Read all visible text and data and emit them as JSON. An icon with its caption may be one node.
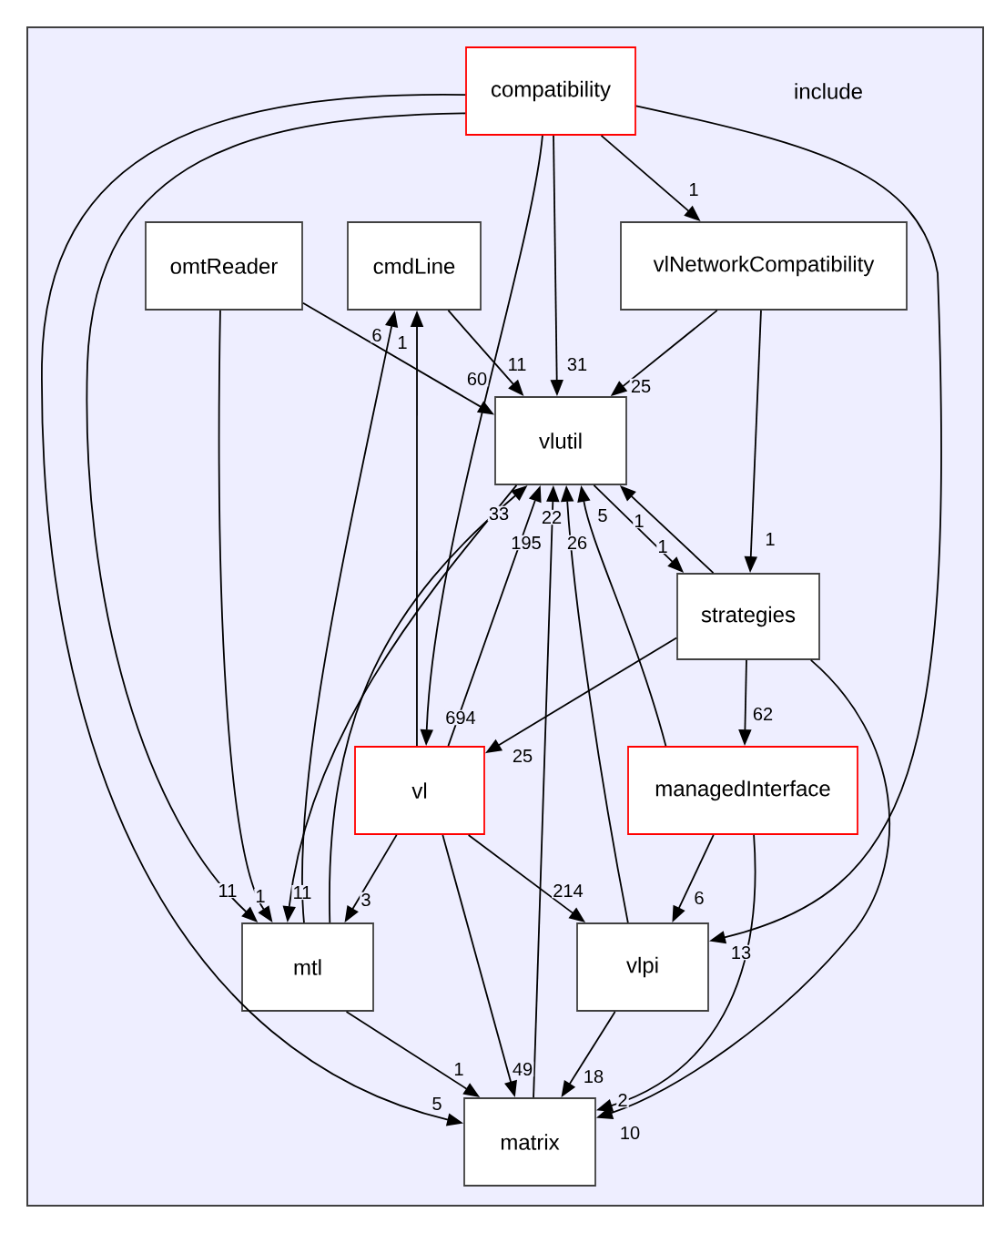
{
  "diagram": {
    "nodes": [
      {
        "text": [
          "include"
        ]
      },
      {
        "text": [
          "compatibility"
        ],
        "in": 0
      },
      {
        "text": [
          "omtReader"
        ],
        "in": 0
      },
      {
        "text": [
          "cmdLine"
        ],
        "in": 0
      },
      {
        "text": [
          "vlNetworkCompatibility"
        ],
        "in": 0
      },
      {
        "text": [
          "vlutil"
        ],
        "in": 0
      },
      {
        "text": [
          "strategies"
        ],
        "in": 0
      },
      {
        "text": [
          "vl"
        ],
        "in": 0
      },
      {
        "text": [
          "managedInterface"
        ],
        "in": 0
      },
      {
        "text": [
          "mtl"
        ],
        "in": 0
      },
      {
        "text": [
          "vlpi"
        ],
        "in": 0
      },
      {
        "text": [
          "matrix"
        ],
        "in": 0
      }
    ],
    "edges": [
      {
        "from": 1,
        "to": 4,
        "arrow": "to",
        "label": "1"
      },
      {
        "from": 1,
        "to": 5,
        "arrow": "to",
        "label": "31"
      },
      {
        "from": 1,
        "to": 7,
        "arrow": "to",
        "label": "694"
      },
      {
        "from": 1,
        "to": 9,
        "arrow": "to",
        "label": "11"
      },
      {
        "from": 1,
        "to": 11,
        "arrow": "to",
        "label": "5"
      },
      {
        "from": 1,
        "to": 10,
        "arrow": "to",
        "label": "13"
      },
      {
        "from": 2,
        "to": 5,
        "arrow": "to",
        "label": "60"
      },
      {
        "from": 2,
        "to": 9,
        "arrow": "to",
        "label": "1"
      },
      {
        "from": 3,
        "to": 5,
        "arrow": "to",
        "label": "11"
      },
      {
        "from": 4,
        "to": 5,
        "arrow": "to",
        "label": "25"
      },
      {
        "from": 4,
        "to": 6,
        "arrow": "to",
        "label": "1"
      },
      {
        "from": 5,
        "to": 6,
        "arrow": "to",
        "label": "1"
      },
      {
        "from": 5,
        "to": 9,
        "arrow": "to",
        "label": "11"
      },
      {
        "from": 6,
        "to": 5,
        "arrow": "to",
        "label": "1"
      },
      {
        "from": 6,
        "to": 7,
        "arrow": "to",
        "label": "25"
      },
      {
        "from": 6,
        "to": 8,
        "arrow": "to",
        "label": "62"
      },
      {
        "from": 6,
        "to": 11,
        "arrow": "to",
        "label": "10"
      },
      {
        "from": 7,
        "to": 3,
        "arrow": "to",
        "label": "1"
      },
      {
        "from": 7,
        "to": 5,
        "arrow": "to",
        "label": "195"
      },
      {
        "from": 7,
        "to": 9,
        "arrow": "to",
        "label": "3"
      },
      {
        "from": 7,
        "to": 10,
        "arrow": "to",
        "label": "214"
      },
      {
        "from": 7,
        "to": 11,
        "arrow": "to",
        "label": "49"
      },
      {
        "from": 9,
        "to": 3,
        "arrow": "to",
        "label": "6"
      },
      {
        "from": 9,
        "to": 5,
        "arrow": "to",
        "label": "33"
      },
      {
        "from": 9,
        "to": 11,
        "arrow": "to",
        "label": "1"
      },
      {
        "from": 10,
        "to": 5,
        "arrow": "to",
        "label": "26"
      },
      {
        "from": 10,
        "to": 11,
        "arrow": "to",
        "label": "18"
      },
      {
        "from": 8,
        "to": 5,
        "arrow": "to",
        "label": "5"
      },
      {
        "from": 8,
        "to": 10,
        "arrow": "to",
        "label": "6"
      },
      {
        "from": 8,
        "to": 11,
        "arrow": "to",
        "label": "2"
      },
      {
        "from": 11,
        "to": 5,
        "arrow": "to",
        "label": "22"
      }
    ]
  }
}
